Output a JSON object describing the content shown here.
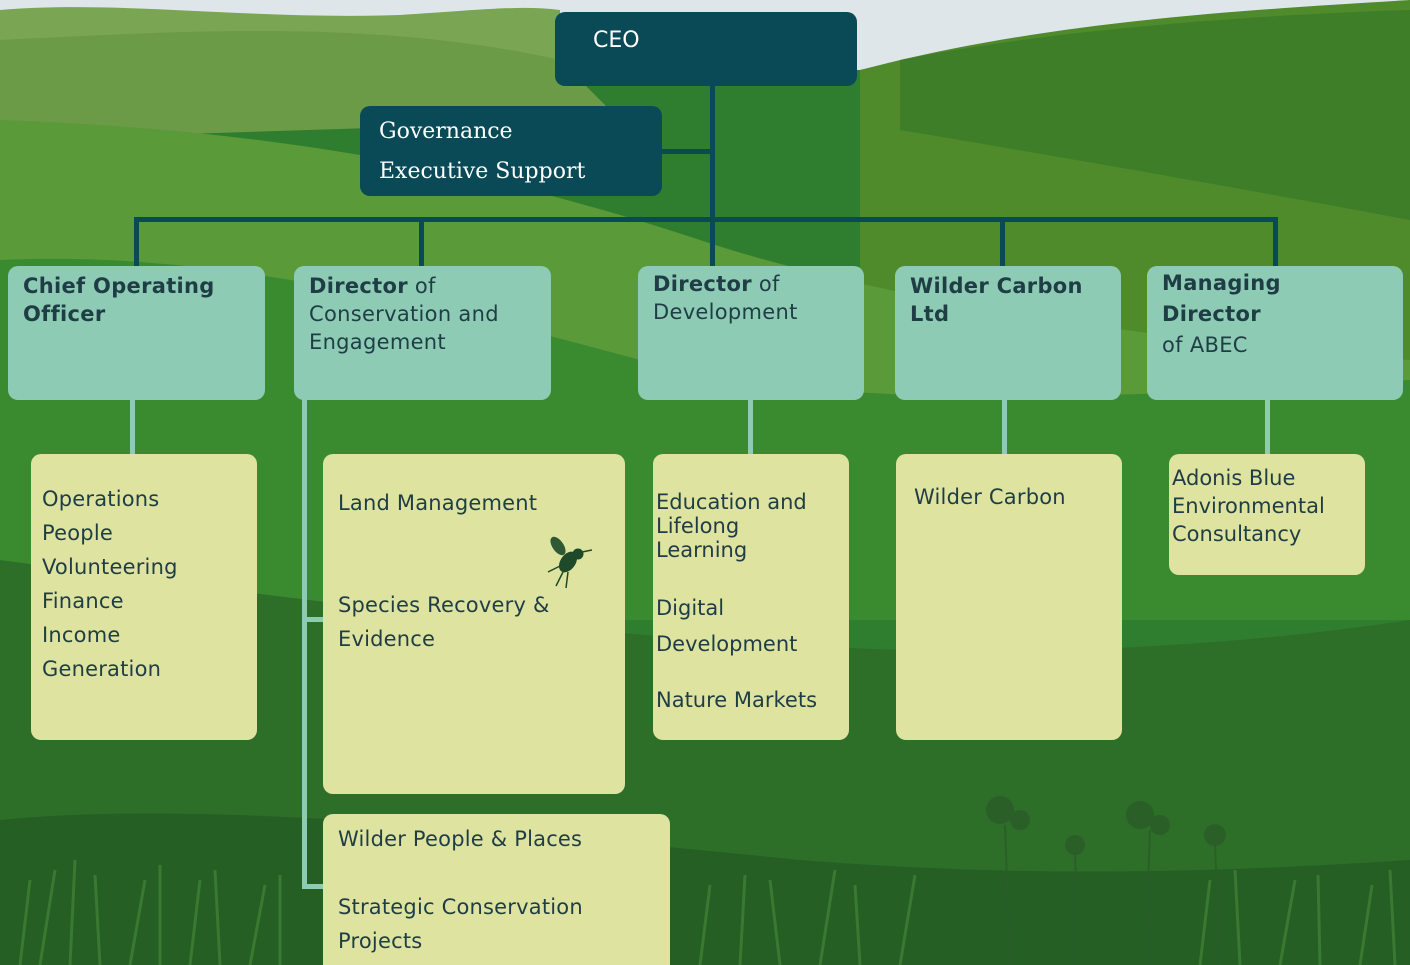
{
  "ceo": {
    "label": "CEO"
  },
  "governance": {
    "line1": "Governance",
    "line2": "Executive Support"
  },
  "directors": [
    {
      "bold": "Chief Operating Officer",
      "rest": ""
    },
    {
      "bold": "Director",
      "rest": " of Conservation and Engagement"
    },
    {
      "bold": "Director",
      "rest": " of Development"
    },
    {
      "bold": "Wilder Carbon Ltd",
      "rest": ""
    },
    {
      "bold": "Managing Director",
      "rest": "of ABEC"
    }
  ],
  "teams": {
    "coo": [
      "Operations",
      "People",
      "Volunteering",
      "Finance",
      "Income Generation"
    ],
    "conservation": [
      "Land Management",
      "Species Recovery & Evidence"
    ],
    "conservation2": [
      "Wilder People & Places",
      "Strategic Conservation Projects"
    ],
    "development": [
      "Education and Lifelong Learning",
      "Digital Development",
      "Nature Markets"
    ],
    "carbon": [
      "Wilder Carbon"
    ],
    "abec": [
      "Adonis Blue Environmental Consultancy"
    ]
  },
  "colors": {
    "dark": "#0a4a56",
    "teal": "#8ecbb5",
    "pale": "#dee3a0",
    "grass": "#3f8f2f"
  }
}
